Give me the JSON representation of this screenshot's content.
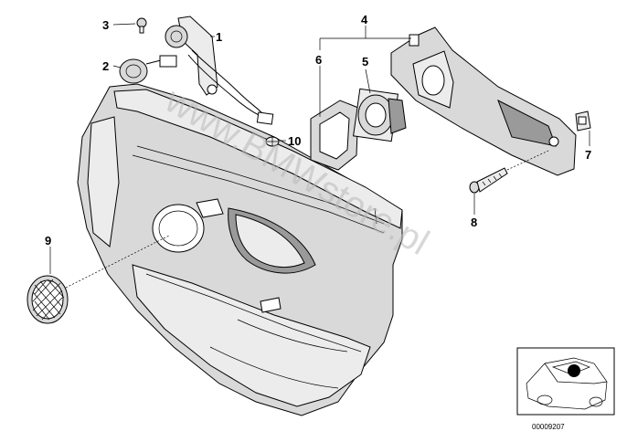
{
  "diagram": {
    "part_labels": {
      "p1": "1",
      "p2": "2",
      "p3": "3",
      "p4": "4",
      "p5": "5",
      "p6": "6",
      "p7": "7",
      "p8": "8",
      "p9": "9",
      "p10": "10"
    },
    "watermark": "www.BMWstore.pl",
    "reference_number": "00009207"
  },
  "colors": {
    "background": "#ffffff",
    "panel_fill": "#d9d9d9",
    "shadow_fill": "#9a9a9a",
    "watermark": "#b8b8b8"
  }
}
